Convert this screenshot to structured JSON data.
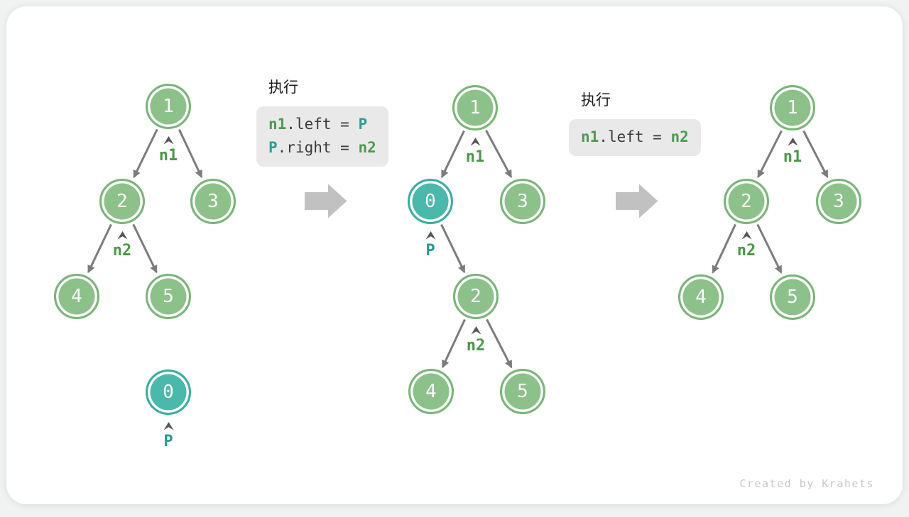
{
  "watermark": "Created by Krahets",
  "colors": {
    "node_green_fill": "#8cc18a",
    "node_green_border": "#79b577",
    "node_teal_fill": "#4bb8ac",
    "node_teal_border": "#3caca0",
    "pointer_green": "#4c9749",
    "pointer_teal": "#2b998f",
    "code_green": "#4e9a4e",
    "code_teal": "#2e9d93",
    "code_text": "#3a3a3a",
    "code_box_bg": "#e9e9e9",
    "edge_gray": "#7c7c7c",
    "big_arrow_gray": "#c1c1c1",
    "card_bg": "#ffffff"
  },
  "steps": [
    {
      "title": "执行",
      "lines": [
        {
          "tokens": [
            {
              "text": "n1",
              "color": "green"
            },
            {
              "text": ".left = ",
              "color": "plain"
            },
            {
              "text": "P",
              "color": "teal"
            }
          ]
        },
        {
          "tokens": [
            {
              "text": "P",
              "color": "teal"
            },
            {
              "text": ".right = ",
              "color": "plain"
            },
            {
              "text": "n2",
              "color": "green"
            }
          ]
        }
      ]
    },
    {
      "title": "执行",
      "lines": [
        {
          "tokens": [
            {
              "text": "n1",
              "color": "green"
            },
            {
              "text": ".left = ",
              "color": "plain"
            },
            {
              "text": "n2",
              "color": "green"
            }
          ]
        }
      ]
    }
  ],
  "trees": [
    {
      "name": "before-insertion",
      "nodes": [
        {
          "value": "1",
          "style": "green"
        },
        {
          "value": "2",
          "style": "green"
        },
        {
          "value": "3",
          "style": "green"
        },
        {
          "value": "4",
          "style": "green"
        },
        {
          "value": "5",
          "style": "green"
        }
      ],
      "pointers": [
        {
          "label": "n1",
          "style": "green"
        },
        {
          "label": "n2",
          "style": "green"
        }
      ],
      "detached": {
        "value": "0",
        "style": "teal",
        "pointer": {
          "label": "P",
          "style": "teal"
        }
      }
    },
    {
      "name": "node-inserted",
      "nodes": [
        {
          "value": "1",
          "style": "green"
        },
        {
          "value": "0",
          "style": "teal"
        },
        {
          "value": "3",
          "style": "green"
        },
        {
          "value": "2",
          "style": "green"
        },
        {
          "value": "4",
          "style": "green"
        },
        {
          "value": "5",
          "style": "green"
        }
      ],
      "pointers": [
        {
          "label": "n1",
          "style": "green"
        },
        {
          "label": "P",
          "style": "teal"
        },
        {
          "label": "n2",
          "style": "green"
        }
      ]
    },
    {
      "name": "node-removed",
      "nodes": [
        {
          "value": "1",
          "style": "green"
        },
        {
          "value": "2",
          "style": "green"
        },
        {
          "value": "3",
          "style": "green"
        },
        {
          "value": "4",
          "style": "green"
        },
        {
          "value": "5",
          "style": "green"
        }
      ],
      "pointers": [
        {
          "label": "n1",
          "style": "green"
        },
        {
          "label": "n2",
          "style": "green"
        }
      ]
    }
  ]
}
